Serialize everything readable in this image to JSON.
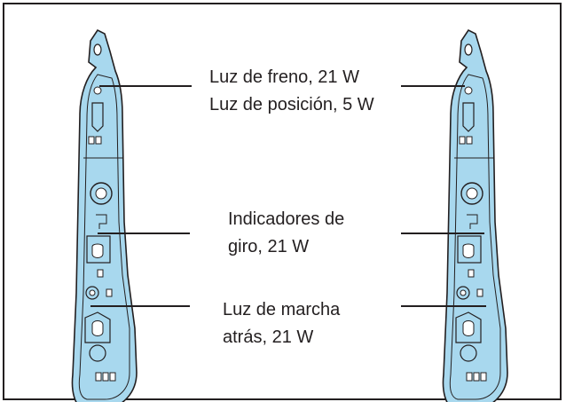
{
  "diagram": {
    "labels": {
      "brake_line1": "Luz de freno, 21 W",
      "brake_line2": "Luz de posición, 5 W",
      "turn_line1": "Indicadores de",
      "turn_line2": "giro, 21 W",
      "reverse_line1": "Luz de marcha",
      "reverse_line2": "atrás, 21 W"
    },
    "colors": {
      "housing_fill": "#a8d8ee",
      "housing_outline": "#231f20",
      "text": "#231f20"
    }
  }
}
